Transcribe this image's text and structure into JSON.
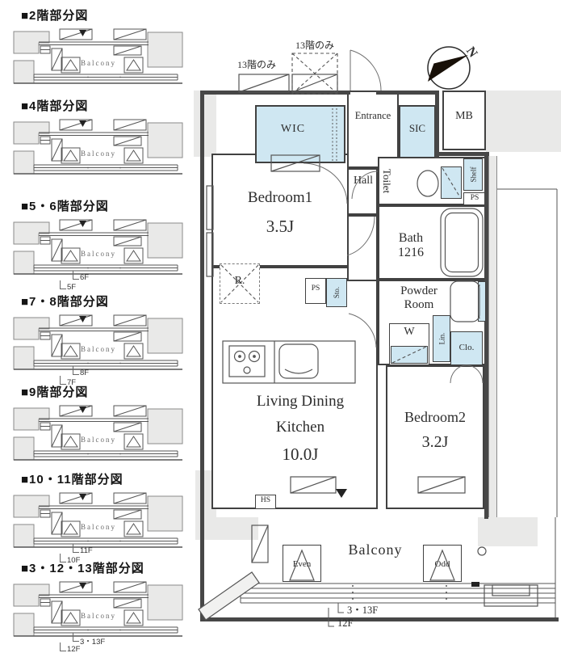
{
  "colors": {
    "storage_blue": "#cfe7f2",
    "common_gray": "#e9e9e8",
    "wall_dark": "#474747",
    "line": "#555555"
  },
  "mini_plans": [
    {
      "title": "■2階部分図",
      "balcony_label": "Balcony",
      "floor_labels": []
    },
    {
      "title": "■4階部分図",
      "balcony_label": "Balcony",
      "floor_labels": []
    },
    {
      "title": "■5・6階部分図",
      "balcony_label": "Balcony",
      "floor_labels": [
        "6F",
        "5F"
      ]
    },
    {
      "title": "■7・8階部分図",
      "balcony_label": "Balcony",
      "floor_labels": [
        "8F",
        "7F"
      ]
    },
    {
      "title": "■9階部分図",
      "balcony_label": "Balcony",
      "floor_labels": []
    },
    {
      "title": "■10・11階部分図",
      "balcony_label": "Balcony",
      "floor_labels": [
        "11F",
        "10F"
      ]
    },
    {
      "title": "■3・12・13階部分図",
      "balcony_label": "Balcony",
      "floor_labels": [
        "3・13F",
        "12F"
      ]
    }
  ],
  "main_plan": {
    "notes": {
      "only_13f_left": "13階のみ",
      "only_13f_right": "13階のみ"
    },
    "compass": {
      "label": "N"
    },
    "rooms": {
      "wic": "WIC",
      "entrance": "Entrance",
      "sic": "SIC",
      "mb": "MB",
      "hall": "Hall",
      "toilet": "Toilet",
      "shelf": "Shelf",
      "ps_upper": "PS",
      "ps_lower": "PS",
      "bath_name": "Bath",
      "bath_size": "1216",
      "bedroom1_name": "Bedroom1",
      "bedroom1_size": "3.5J",
      "refrigerator": "R.",
      "storage": "Sto.",
      "powder_line1": "Powder",
      "powder_line2": "Room",
      "washer": "W",
      "linen": "Lin.",
      "closet": "Clo.",
      "bedroom2_name": "Bedroom2",
      "bedroom2_size": "3.2J",
      "ldk_line1": "Living Dining",
      "ldk_line2": "Kitchen",
      "ldk_size": "10.0J",
      "hs": "HS",
      "balcony": "Balcony",
      "even": "Even",
      "odd": "Odd"
    },
    "floor_leaders": {
      "upper": "3・13F",
      "lower": "12F"
    }
  }
}
